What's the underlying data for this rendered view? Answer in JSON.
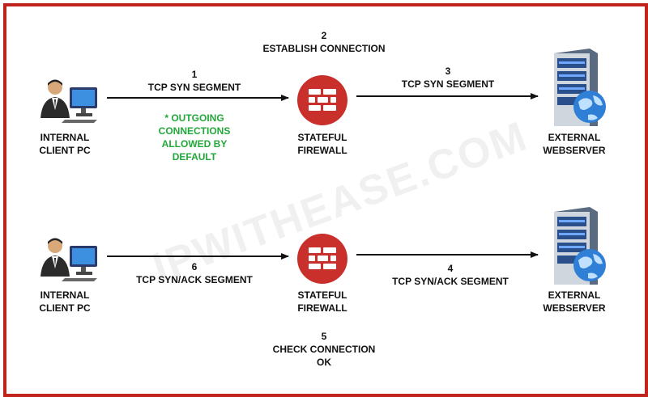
{
  "watermark": "IPWITHEASE.COM",
  "colors": {
    "border": "#c1231d",
    "firewall": "#c9302c",
    "note": "#22a83a",
    "arrow": "#111111"
  },
  "top_row": {
    "client_label": "INTERNAL\nCLIENT PC",
    "firewall_label": "STATEFUL\nFIREWALL",
    "server_label": "EXTERNAL\nWEBSERVER",
    "step1": {
      "num": "1",
      "text": "TCP SYN SEGMENT"
    },
    "step2": {
      "num": "2",
      "text": "ESTABLISH CONNECTION"
    },
    "step3": {
      "num": "3",
      "text": "TCP SYN SEGMENT"
    },
    "note": "* OUTGOING\nCONNECTIONS\nALLOWED BY\nDEFAULT"
  },
  "bottom_row": {
    "client_label": "INTERNAL\nCLIENT PC",
    "firewall_label": "STATEFUL\nFIREWALL",
    "server_label": "EXTERNAL\nWEBSERVER",
    "step4": {
      "num": "4",
      "text": "TCP SYN/ACK SEGMENT"
    },
    "step5": {
      "num": "5",
      "text": "CHECK CONNECTION\nOK"
    },
    "step6": {
      "num": "6",
      "text": "TCP SYN/ACK SEGMENT"
    }
  },
  "icons": {
    "client": "user-computer-icon",
    "firewall": "firewall-brick-icon",
    "server": "webserver-globe-icon"
  }
}
